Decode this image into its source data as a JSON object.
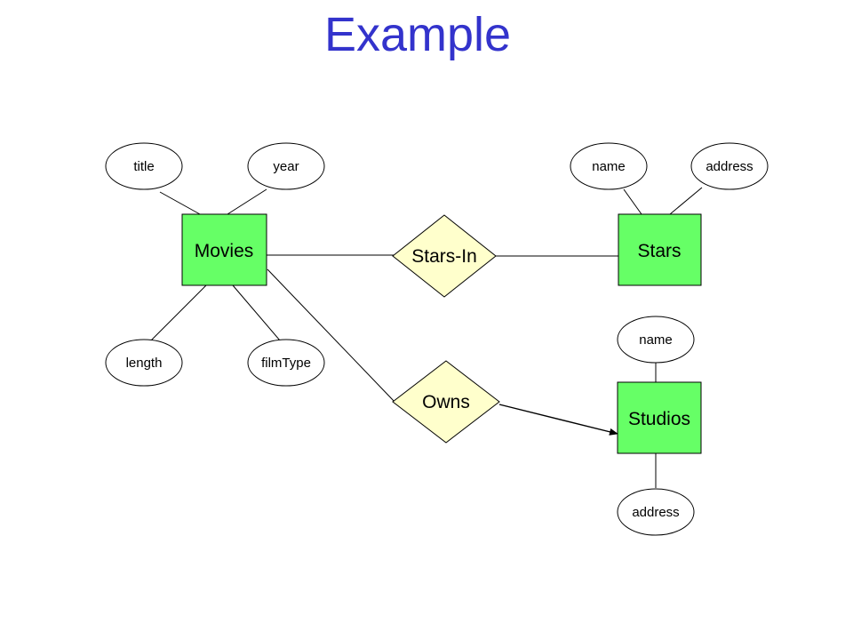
{
  "title": "Example",
  "colors": {
    "title": "#3333cc",
    "entity_fill": "#66ff66",
    "relationship_fill": "#ffffcc",
    "attribute_fill": "#ffffff",
    "stroke": "#000000"
  },
  "entities": {
    "movies": "Movies",
    "stars": "Stars",
    "studios": "Studios"
  },
  "relationships": {
    "stars_in": "Stars-In",
    "owns": "Owns"
  },
  "attributes": {
    "movies_title": "title",
    "movies_year": "year",
    "movies_length": "length",
    "movies_filmtype": "filmType",
    "stars_name": "name",
    "stars_address": "address",
    "studios_name": "name",
    "studios_address": "address"
  }
}
